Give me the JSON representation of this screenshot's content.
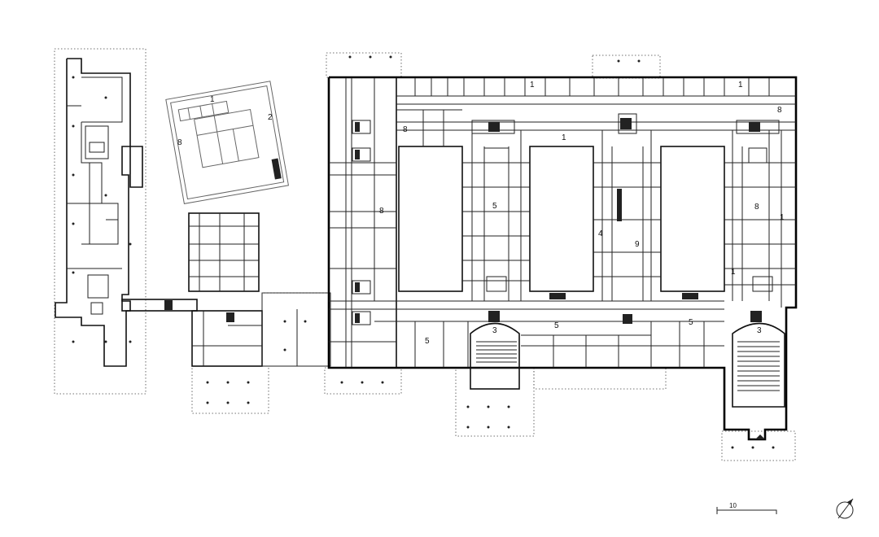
{
  "room_labels": {
    "west_wing_1": "1",
    "west_wing_2": "2",
    "west_wing_8": "8",
    "north_1a": "1",
    "north_1b": "1",
    "north_1c": "1",
    "ne_8": "8",
    "e_1": "1",
    "e_1b": "1",
    "e_8": "8",
    "court_left_8": "8",
    "w_block_8": "8",
    "court_5": "5",
    "center_4": "4",
    "center_9": "9",
    "south_5a": "5",
    "south_5b": "5",
    "south_5c": "5",
    "aud_3a": "3",
    "aud_3b": "3"
  },
  "scale_bar": {
    "label": "10"
  },
  "north_arrow": {
    "icon": "north-arrow-icon"
  },
  "colors": {
    "line": "#111111",
    "background": "#ffffff"
  }
}
